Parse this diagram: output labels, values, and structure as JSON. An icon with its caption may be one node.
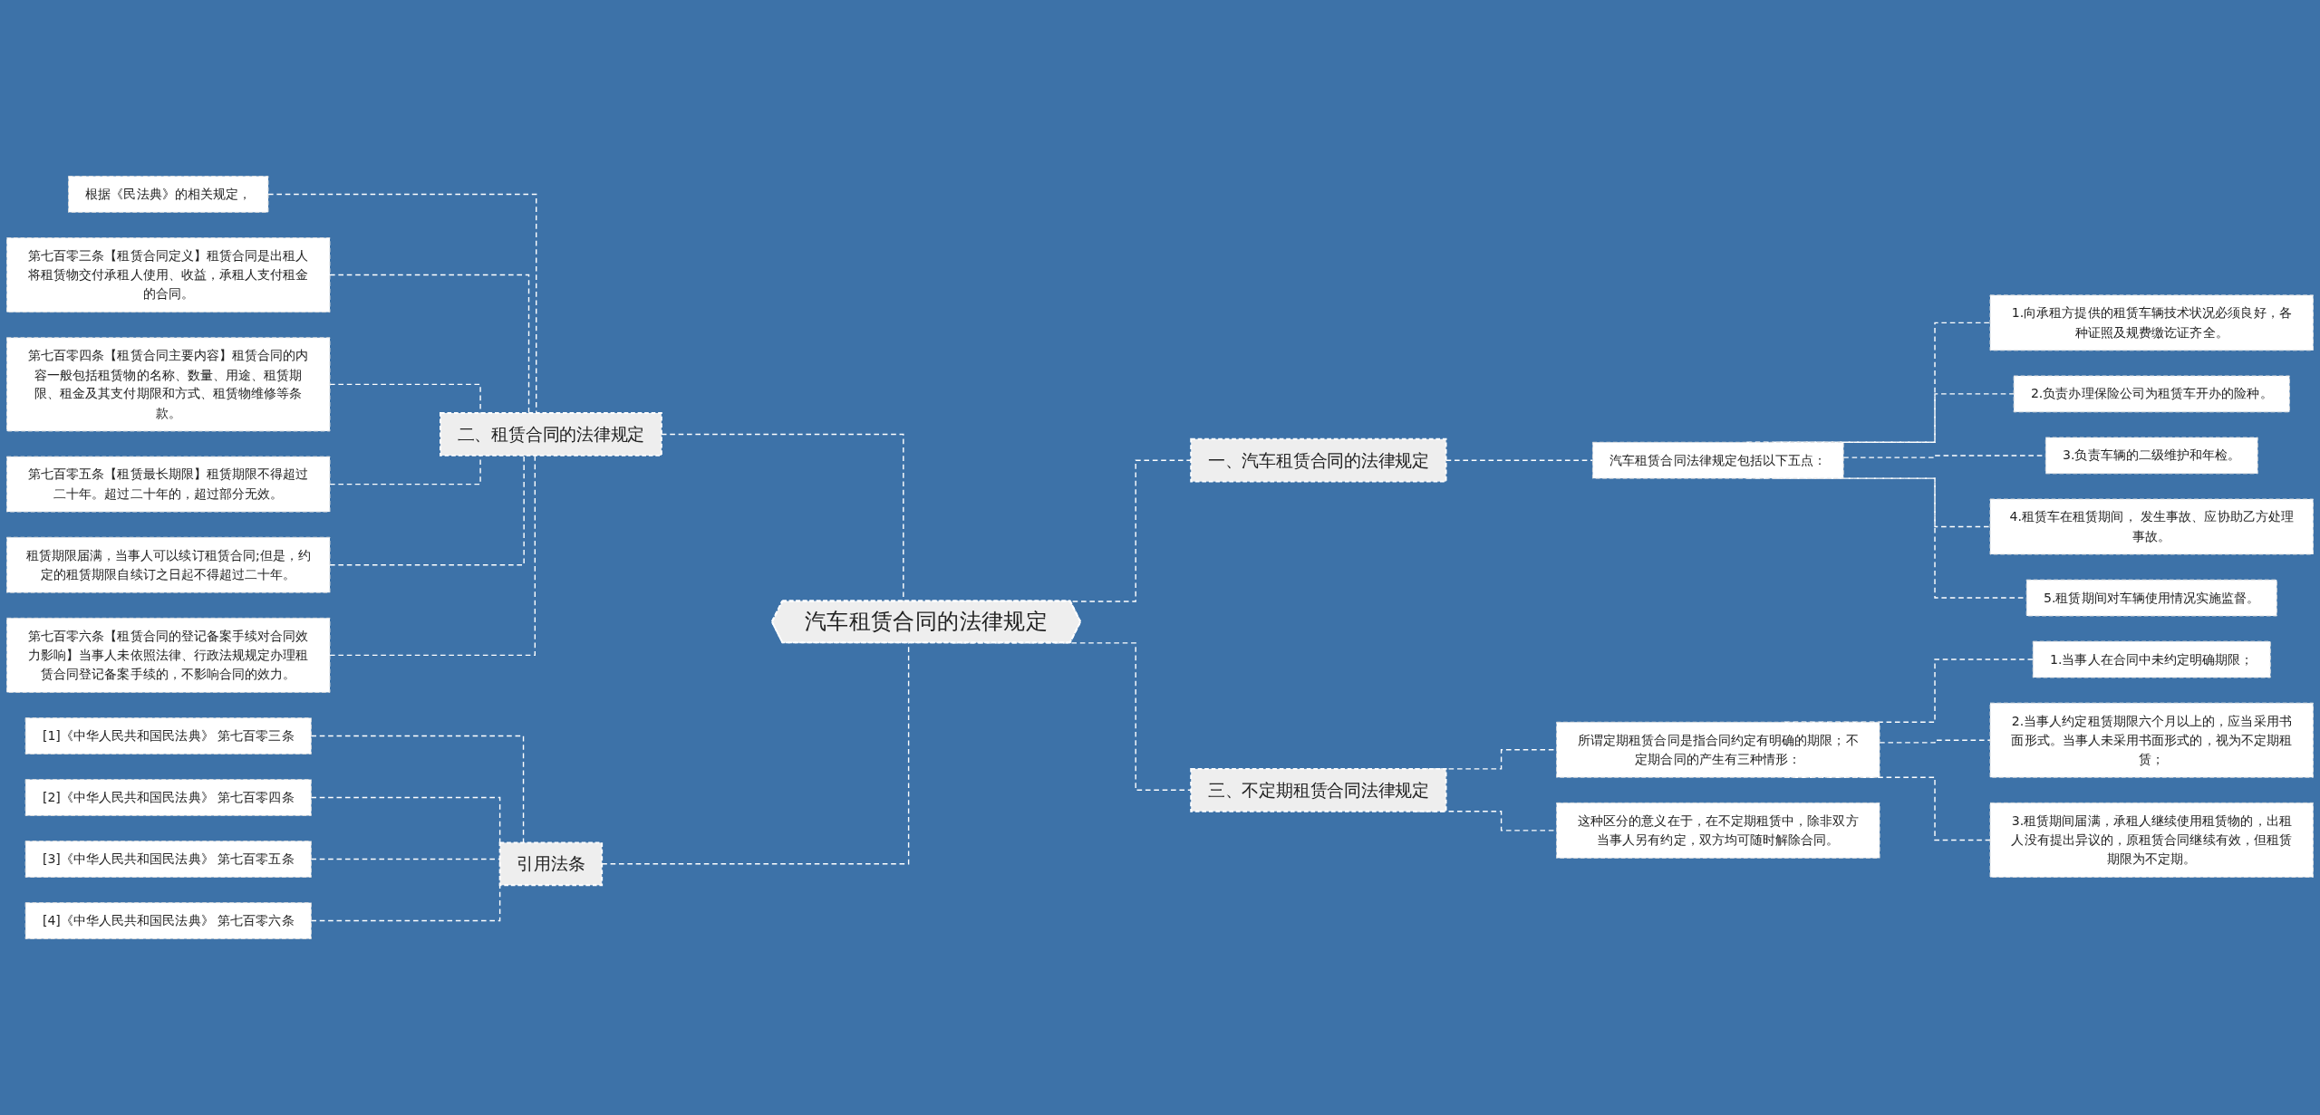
{
  "diagram": {
    "nodes": [
      {
        "text": [
          "汽车租赁合同的法律规定"
        ]
      },
      {
        "text": [
          "一、汽车租赁合同的法律规定"
        ]
      },
      {
        "text": [
          "汽车租赁合同法律规定包括以下五点："
        ]
      },
      {
        "text": [
          "1.向承租方提供的租赁车辆技术状况必须良好，各种证照及规费缴讫证齐全。"
        ]
      },
      {
        "text": [
          "2.负责办理保险公司为租赁车开办的险种。"
        ]
      },
      {
        "text": [
          "3.负责车辆的二级维护和年检。"
        ]
      },
      {
        "text": [
          "4.租赁车在租赁期间， 发生事故、应协助乙方处理事故。"
        ]
      },
      {
        "text": [
          "5.租赁期间对车辆使用情况实施监督。"
        ]
      },
      {
        "text": [
          "三、不定期租赁合同法律规定"
        ]
      },
      {
        "text": [
          "所谓定期租赁合同是指合同约定有明确的期限；不定期合同的产生有三种情形："
        ]
      },
      {
        "text": [
          "1.当事人在合同中未约定明确期限；"
        ]
      },
      {
        "text": [
          "2.当事人约定租赁期限六个月以上的，应当采用书面形式。当事人未采用书面形式的，视为不定期租赁；"
        ]
      },
      {
        "text": [
          "3.租赁期间届满，承租人继续使用租赁物的，出租人没有提出异议的，原租赁合同继续有效，但租赁期限为不定期。"
        ]
      },
      {
        "text": [
          "这种区分的意义在于，在不定期租赁中，除非双方当事人另有约定，双方均可随时解除合同。"
        ]
      },
      {
        "text": [
          "二、租赁合同的法律规定"
        ]
      },
      {
        "text": [
          "根据《民法典》的相关规定，"
        ]
      },
      {
        "text": [
          "第七百零三条【租赁合同定义】租赁合同是出租人将租赁物交付承租人使用、收益，承租人支付租金的合同。"
        ]
      },
      {
        "text": [
          "第七百零四条【租赁合同主要内容】租赁合同的内容一般包括租赁物的名称、数量、用途、租赁期限、租金及其支付期限和方式、租赁物维修等条款。"
        ]
      },
      {
        "text": [
          "第七百零五条【租赁最长期限】租赁期限不得超过二十年。超过二十年的，超过部分无效。"
        ]
      },
      {
        "text": [
          "租赁期限届满，当事人可以续订租赁合同;但是，约定的租赁期限自续订之日起不得超过二十年。"
        ]
      },
      {
        "text": [
          "第七百零六条【租赁合同的登记备案手续对合同效力影响】当事人未依照法律、行政法规规定办理租赁合同登记备案手续的，不影响合同的效力。"
        ]
      },
      {
        "text": [
          "引用法条"
        ]
      },
      {
        "text": [
          "[1]《中华人民共和国民法典》 第七百零三条"
        ]
      },
      {
        "text": [
          "[2]《中华人民共和国民法典》 第七百零四条"
        ]
      },
      {
        "text": [
          "[3]《中华人民共和国民法典》 第七百零五条"
        ]
      },
      {
        "text": [
          "[4]《中华人民共和国民法典》 第七百零六条"
        ]
      }
    ],
    "edges": [
      {
        "from": 0,
        "to": 1,
        "arrow": "none",
        "style": "dashed"
      },
      {
        "from": 1,
        "to": 2,
        "arrow": "none",
        "style": "dashed"
      },
      {
        "from": 2,
        "to": 3,
        "arrow": "none",
        "style": "dashed"
      },
      {
        "from": 2,
        "to": 4,
        "arrow": "none",
        "style": "dashed"
      },
      {
        "from": 2,
        "to": 5,
        "arrow": "none",
        "style": "dashed"
      },
      {
        "from": 2,
        "to": 6,
        "arrow": "none",
        "style": "dashed"
      },
      {
        "from": 2,
        "to": 7,
        "arrow": "none",
        "style": "dashed"
      },
      {
        "from": 0,
        "to": 8,
        "arrow": "none",
        "style": "dashed"
      },
      {
        "from": 8,
        "to": 9,
        "arrow": "none",
        "style": "dashed"
      },
      {
        "from": 9,
        "to": 10,
        "arrow": "none",
        "style": "dashed"
      },
      {
        "from": 9,
        "to": 11,
        "arrow": "none",
        "style": "dashed"
      },
      {
        "from": 9,
        "to": 12,
        "arrow": "none",
        "style": "dashed"
      },
      {
        "from": 8,
        "to": 13,
        "arrow": "none",
        "style": "dashed"
      },
      {
        "from": 14,
        "to": 0,
        "arrow": "none",
        "style": "dashed"
      },
      {
        "from": 15,
        "to": 14,
        "arrow": "none",
        "style": "dashed"
      },
      {
        "from": 16,
        "to": 14,
        "arrow": "none",
        "style": "dashed"
      },
      {
        "from": 17,
        "to": 14,
        "arrow": "none",
        "style": "dashed"
      },
      {
        "from": 18,
        "to": 14,
        "arrow": "none",
        "style": "dashed"
      },
      {
        "from": 19,
        "to": 14,
        "arrow": "none",
        "style": "dashed"
      },
      {
        "from": 20,
        "to": 14,
        "arrow": "none",
        "style": "dashed"
      },
      {
        "from": 21,
        "to": 0,
        "arrow": "none",
        "style": "dashed"
      },
      {
        "from": 22,
        "to": 21,
        "arrow": "none",
        "style": "dashed"
      },
      {
        "from": 23,
        "to": 21,
        "arrow": "none",
        "style": "dashed"
      },
      {
        "from": 24,
        "to": 21,
        "arrow": "none",
        "style": "dashed"
      },
      {
        "from": 25,
        "to": 21,
        "arrow": "none",
        "style": "dashed"
      }
    ]
  }
}
